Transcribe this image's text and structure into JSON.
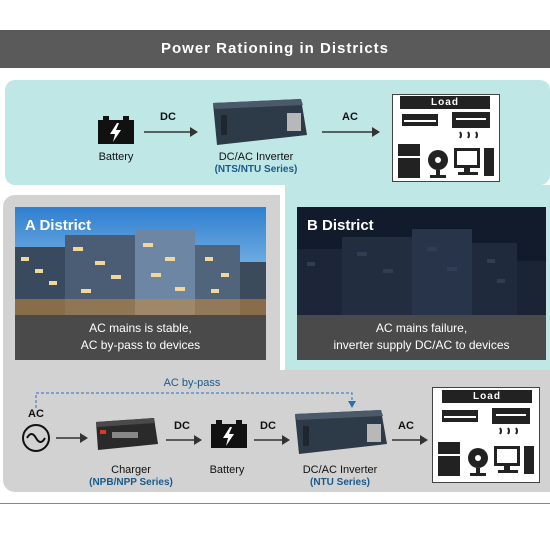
{
  "title": "Power Rationing in Districts",
  "top_flow": {
    "battery_label": "Battery",
    "dc_label": "DC",
    "inverter_label": "DC/AC Inverter",
    "inverter_series": "(NTS/NTU Series)",
    "ac_label": "AC",
    "load_label": "Load"
  },
  "district_a": {
    "title": "A District",
    "caption_line1": "AC mains is stable,",
    "caption_line2": "AC by-pass to devices"
  },
  "district_b": {
    "title": "B District",
    "caption_line1": "AC mains failure,",
    "caption_line2": "inverter supply DC/AC to devices"
  },
  "bottom_flow": {
    "bypass_label": "AC by-pass",
    "ac_in_label": "AC",
    "charger_label": "Charger",
    "charger_series": "(NPB/NPP Series)",
    "dc_label_1": "DC",
    "battery_label": "Battery",
    "dc_label_2": "DC",
    "inverter_label": "DC/AC Inverter",
    "inverter_series": "(NTU Series)",
    "ac_out_label": "AC",
    "load_label": "Load"
  },
  "colors": {
    "teal": "#bfe7e6",
    "grey": "#d2d2d2",
    "title_bar": "#5a5a5a",
    "series_blue": "#1a5a8a"
  }
}
